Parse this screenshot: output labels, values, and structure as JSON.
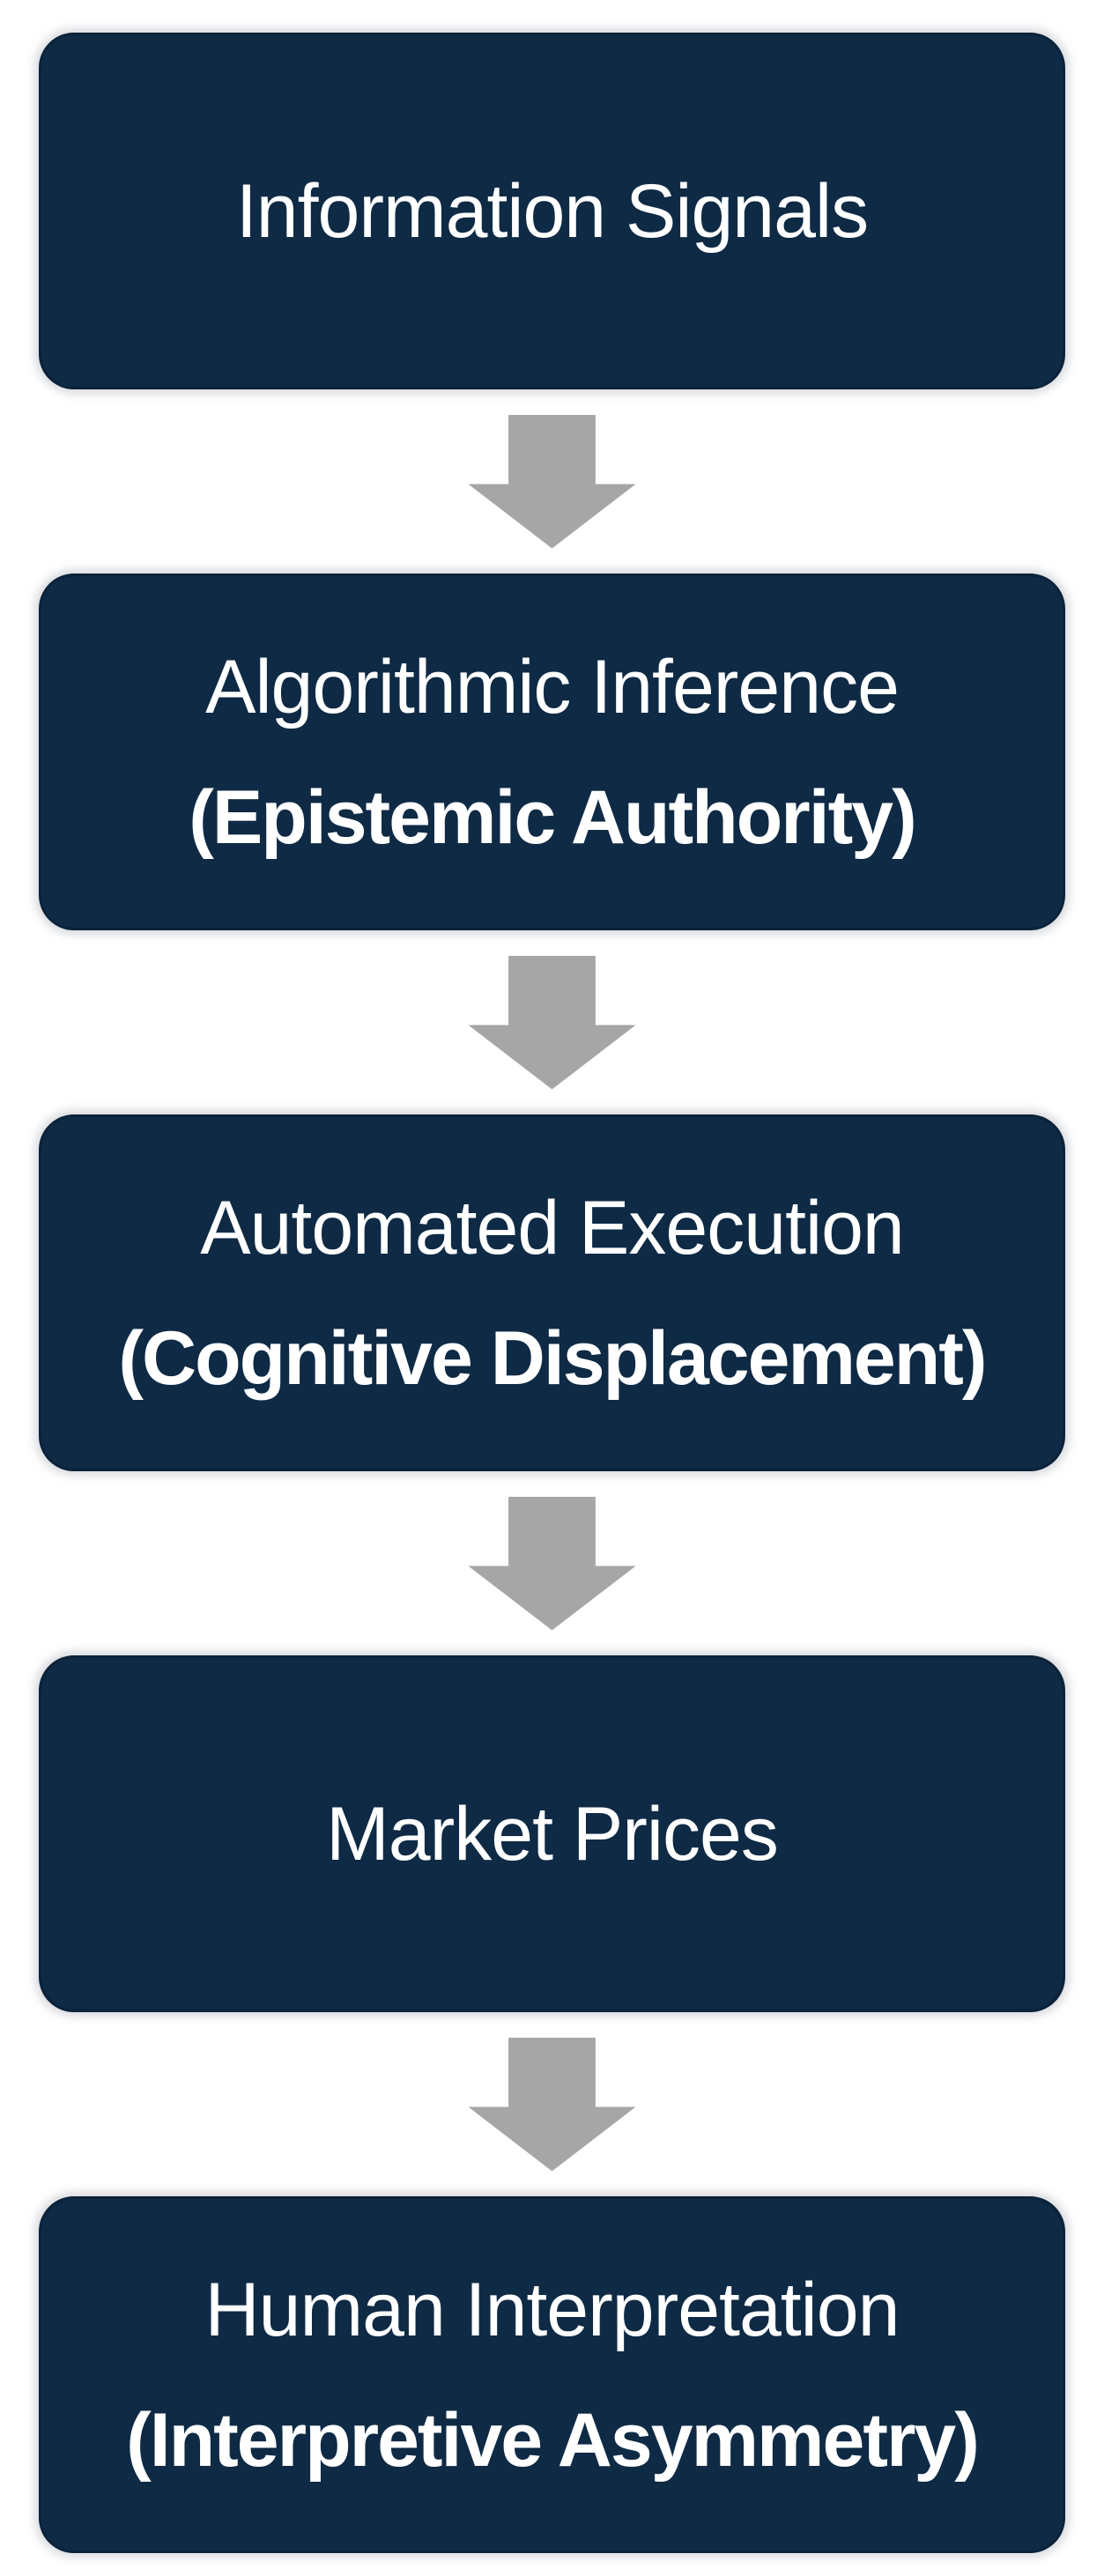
{
  "diagram": {
    "type": "vertical-flowchart",
    "colors": {
      "box_fill": "#0e2a45",
      "box_text": "#ffffff",
      "arrow": "#a6a6a6",
      "background": "#ffffff"
    },
    "nodes": [
      {
        "id": "information-signals",
        "title": "Information Signals",
        "subtitle": ""
      },
      {
        "id": "algorithmic-inference",
        "title": "Algorithmic Inference",
        "subtitle": "(Epistemic Authority)"
      },
      {
        "id": "automated-execution",
        "title": "Automated Execution",
        "subtitle": "(Cognitive Displacement)"
      },
      {
        "id": "market-prices",
        "title": "Market Prices",
        "subtitle": ""
      },
      {
        "id": "human-interpretation",
        "title": "Human Interpretation",
        "subtitle": "(Interpretive Asymmetry)"
      }
    ],
    "edges": [
      {
        "from": "information-signals",
        "to": "algorithmic-inference",
        "icon": "down-arrow"
      },
      {
        "from": "algorithmic-inference",
        "to": "automated-execution",
        "icon": "down-arrow"
      },
      {
        "from": "automated-execution",
        "to": "market-prices",
        "icon": "down-arrow"
      },
      {
        "from": "market-prices",
        "to": "human-interpretation",
        "icon": "down-arrow"
      }
    ]
  }
}
